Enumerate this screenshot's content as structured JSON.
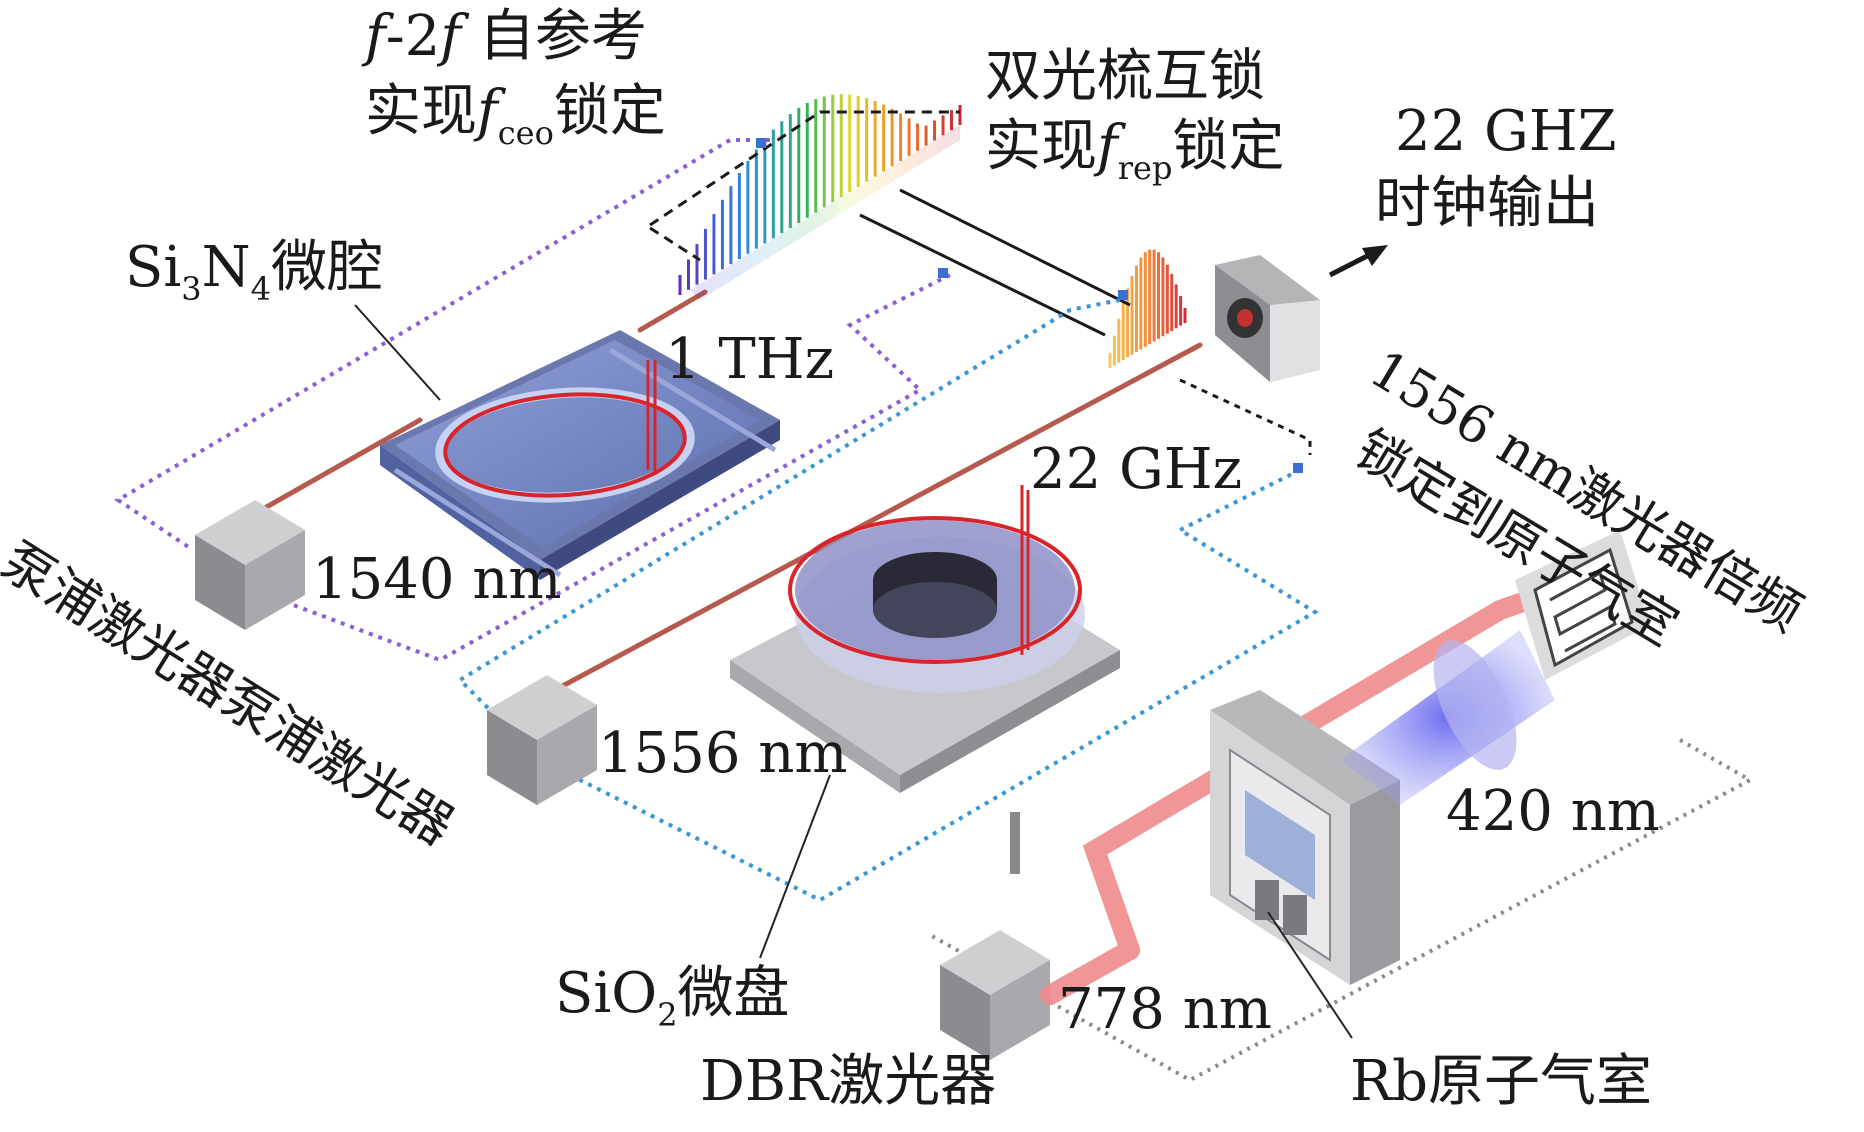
{
  "labels": {
    "f2f_line1_a": "f",
    "f2f_line1_b": "-2",
    "f2f_line1_c": "f",
    "f2f_line1_d": " 自参考",
    "f2f_line2_a": "实现",
    "f2f_line2_b": "f",
    "f2f_line2_sub": "ceo",
    "f2f_line2_c": "锁定",
    "dual_line1": "双光梳互锁",
    "dual_line2_a": "实现",
    "dual_line2_b": "f",
    "dual_line2_sub": "rep",
    "dual_line2_c": "锁定",
    "clock_line1": "22 GHZ",
    "clock_line2": "时钟输出",
    "si3n4_a": "Si",
    "si3n4_sub1": "3",
    "si3n4_b": "N",
    "si3n4_sub2": "4",
    "si3n4_c": "微腔",
    "thz": "1 THz",
    "ghz22": "22 GHz",
    "nm1540": "1540 nm",
    "nm1556": "1556 nm",
    "nm778": "778 nm",
    "nm420": "420 nm",
    "sio2_a": "SiO",
    "sio2_sub": "2",
    "sio2_b": "微盘",
    "dbr": "DBR激光器",
    "rb": "Rb原子气室",
    "lock_line1": "1556 nm激光器倍频",
    "lock_line2": "锁定到原子气室",
    "pump": "泵浦激光器泵浦激光器"
  },
  "colors": {
    "laser_beam": "#f08b8b",
    "fiber": "#b55a4c",
    "ring": "#d8252b",
    "purple_loop": "#8a5fd6",
    "blue_loop": "#3a97d4",
    "violet_light": "#6c6cf0"
  }
}
